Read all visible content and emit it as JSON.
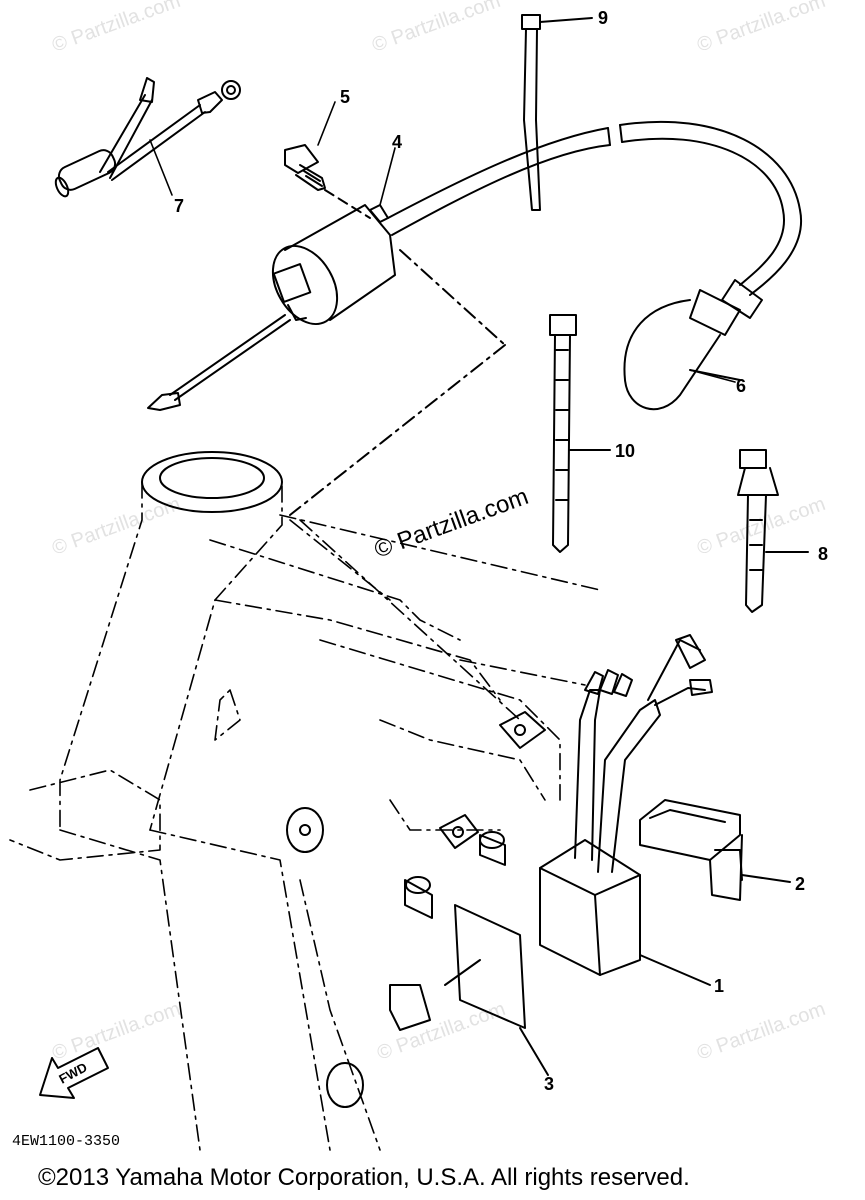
{
  "diagram": {
    "part_number": "4EW1100-3350",
    "copyright": "©2013 Yamaha Motor Corporation, U.S.A. All rights reserved.",
    "watermark": "© Partzilla.com",
    "fwd_label": "FWD",
    "callouts": {
      "c1": "1",
      "c2": "2",
      "c3": "3",
      "c4": "4",
      "c5": "5",
      "c6": "6",
      "c7": "7",
      "c8": "8",
      "c9": "9",
      "c10": "10"
    }
  }
}
